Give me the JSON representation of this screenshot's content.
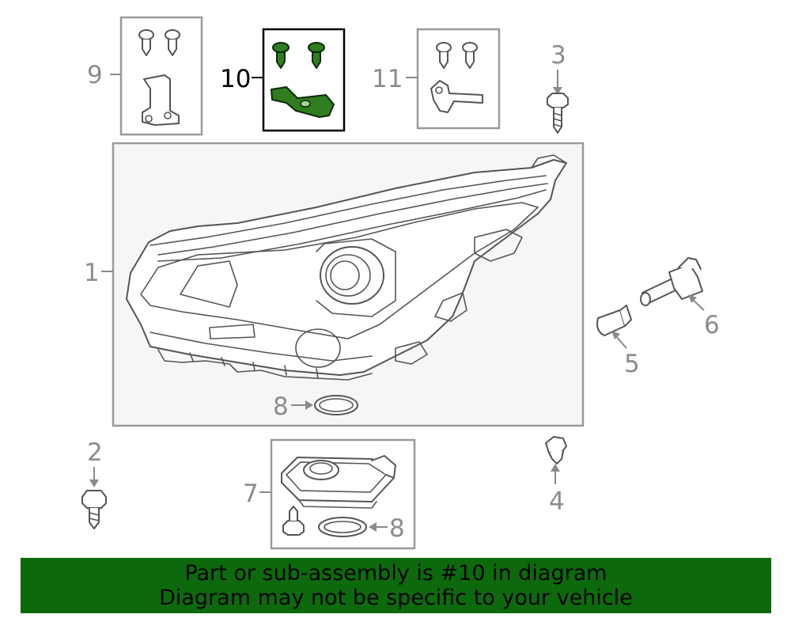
{
  "callouts": {
    "c1": "1",
    "c2": "2",
    "c3": "3",
    "c4": "4",
    "c5": "5",
    "c6": "6",
    "c7": "7",
    "c8a": "8",
    "c8b": "8",
    "c9": "9",
    "c10": "10",
    "c11": "11"
  },
  "highlight": {
    "part": "10",
    "color": "#2f7d1f"
  },
  "banner": {
    "line1": "Part or sub-assembly is #10 in diagram",
    "line2": "Diagram may not be specific to your vehicle",
    "color": "#0c6a0c"
  }
}
